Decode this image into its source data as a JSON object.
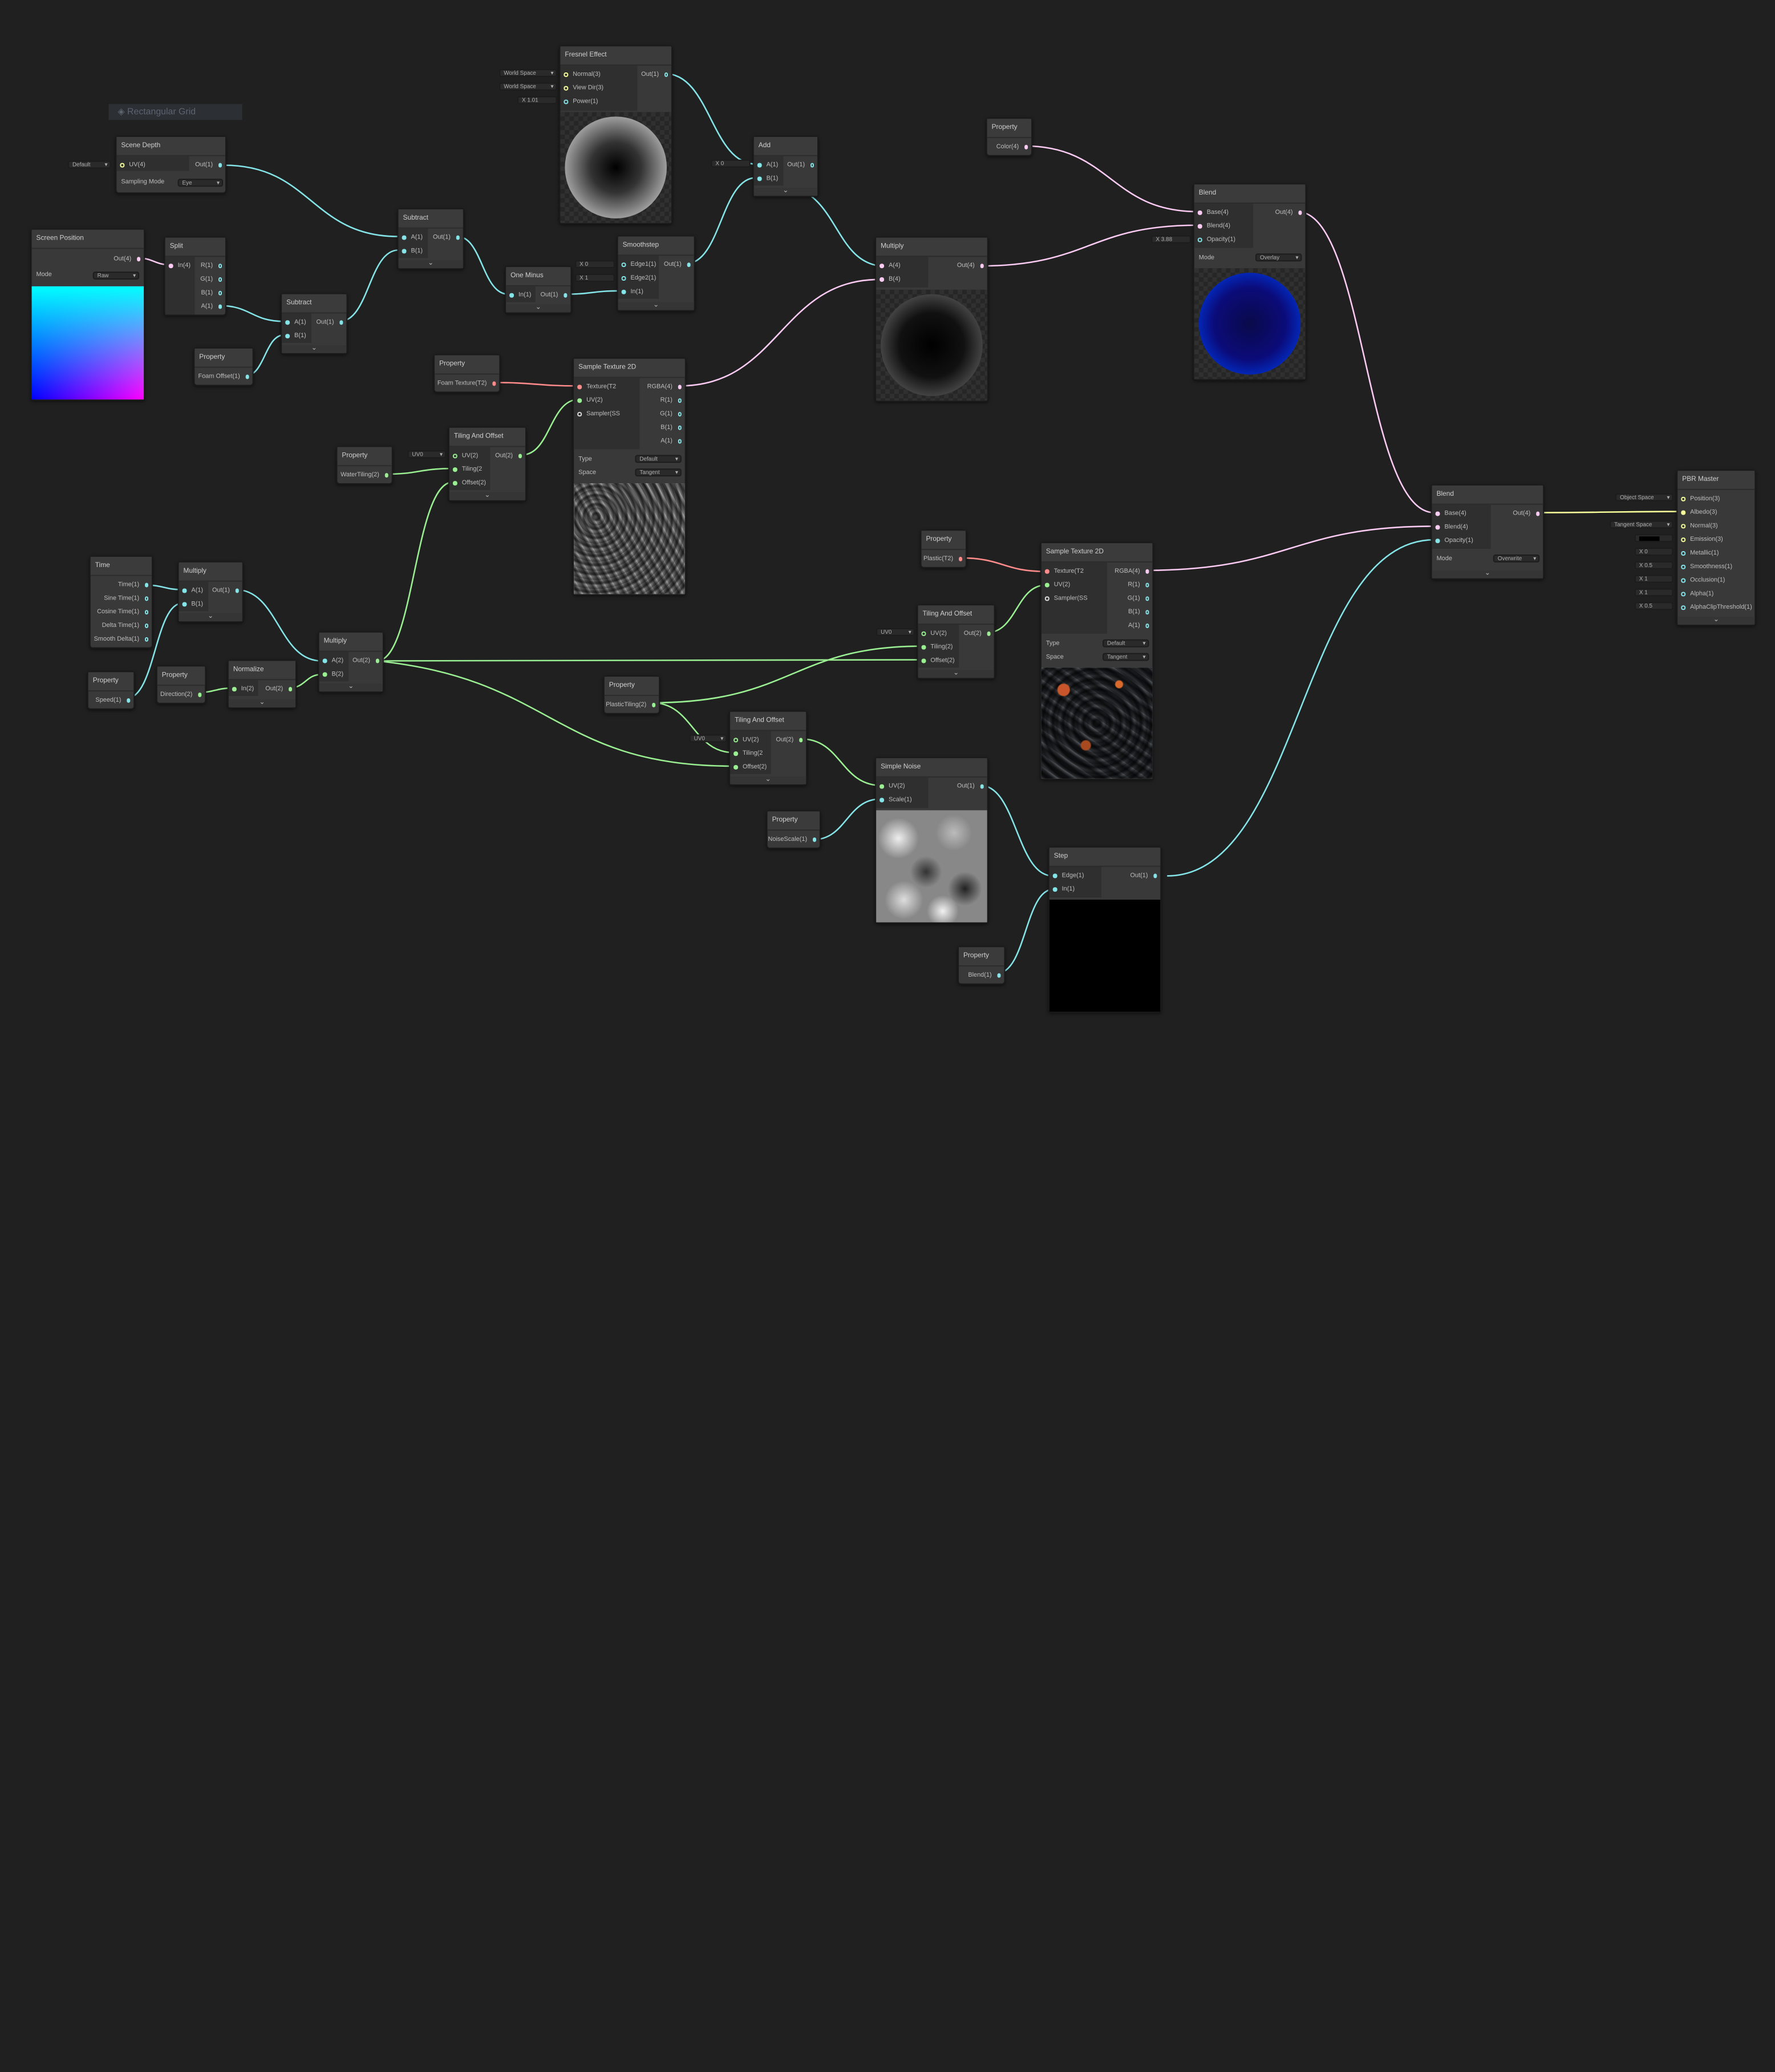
{
  "group_label": "Rectangular Grid",
  "collapse_glyph": "⌄",
  "dropdown_glyph": "▾",
  "nodes": {
    "fresnel": {
      "title": "Fresnel Effect",
      "in": [
        "Normal(3)",
        "View Dir(3)",
        "Power(1)"
      ],
      "out": [
        "Out(1)"
      ],
      "fields": [
        "World Space",
        "World Space",
        "X",
        "1.01"
      ]
    },
    "scene_depth": {
      "title": "Scene Depth",
      "in": [
        "UV(4)"
      ],
      "out": [
        "Out(1)"
      ],
      "fields": [
        "Default"
      ],
      "mode_label": "Sampling Mode",
      "mode_value": "Eye"
    },
    "screen_position": {
      "title": "Screen Position",
      "out": [
        "Out(4)"
      ],
      "mode_label": "Mode",
      "mode_value": "Raw"
    },
    "split": {
      "title": "Split",
      "in": [
        "In(4)"
      ],
      "out": [
        "R(1)",
        "G(1)",
        "B(1)",
        "A(1)"
      ]
    },
    "subtract1": {
      "title": "Subtract",
      "in": [
        "A(1)",
        "B(1)"
      ],
      "out": [
        "Out(1)"
      ]
    },
    "subtract2": {
      "title": "Subtract",
      "in": [
        "A(1)",
        "B(1)"
      ],
      "out": [
        "Out(1)"
      ]
    },
    "prop_foam_offset": {
      "title": "Property",
      "out": [
        "Foam Offset(1)"
      ]
    },
    "one_minus": {
      "title": "One Minus",
      "in": [
        "In(1)"
      ],
      "out": [
        "Out(1)"
      ]
    },
    "smoothstep": {
      "title": "Smoothstep",
      "in": [
        "Edge1(1)",
        "Edge2(1)",
        "In(1)"
      ],
      "out": [
        "Out(1)"
      ],
      "fields": [
        "X",
        "0",
        "X",
        "1"
      ]
    },
    "add": {
      "title": "Add",
      "in": [
        "A(1)",
        "B(1)"
      ],
      "out": [
        "Out(1)"
      ],
      "fields": [
        "X",
        "0"
      ]
    },
    "prop_color": {
      "title": "Property",
      "out": [
        "Color(4)"
      ]
    },
    "multiply_main": {
      "title": "Multiply",
      "in": [
        "A(4)",
        "B(4)"
      ],
      "out": [
        "Out(4)"
      ]
    },
    "blend1": {
      "title": "Blend",
      "in": [
        "Base(4)",
        "Blend(4)",
        "Opacity(1)"
      ],
      "out": [
        "Out(4)"
      ],
      "fields": [
        "X",
        "3.88"
      ],
      "mode_label": "Mode",
      "mode_value": "Overlay"
    },
    "prop_foam_texture": {
      "title": "Property",
      "out": [
        "Foam Texture(T2)"
      ]
    },
    "sample_tex1": {
      "title": "Sample Texture 2D",
      "in": [
        "Texture(T2",
        "UV(2)",
        "Sampler(SS"
      ],
      "out": [
        "RGBA(4)",
        "R(1)",
        "G(1)",
        "B(1)",
        "A(1)"
      ],
      "type_label": "Type",
      "type_value": "Default",
      "space_label": "Space",
      "space_value": "Tangent"
    },
    "prop_water_tiling": {
      "title": "Property",
      "out": [
        "WaterTiling(2)"
      ]
    },
    "tiling1": {
      "title": "Tiling And Offset",
      "in": [
        "UV(2)",
        "Tiling(2",
        "Offset(2)"
      ],
      "out": [
        "Out(2)"
      ],
      "fields": [
        "UV0"
      ]
    },
    "time": {
      "title": "Time",
      "out": [
        "Time(1)",
        "Sine Time(1)",
        "Cosine Time(1)",
        "Delta Time(1)",
        "Smooth Delta(1)"
      ]
    },
    "multiply_time": {
      "title": "Multiply",
      "in": [
        "A(1)",
        "B(1)"
      ],
      "out": [
        "Out(1)"
      ]
    },
    "prop_speed": {
      "title": "Property",
      "out": [
        "Speed(1)"
      ]
    },
    "prop_direction": {
      "title": "Property",
      "out": [
        "Direction(2)"
      ]
    },
    "normalize": {
      "title": "Normalize",
      "in": [
        "In(2)"
      ],
      "out": [
        "Out(2)"
      ]
    },
    "multiply_dir": {
      "title": "Multiply",
      "in": [
        "A(2)",
        "B(2)"
      ],
      "out": [
        "Out(2)"
      ]
    },
    "prop_plastic": {
      "title": "Property",
      "out": [
        "Plastic(T2)"
      ]
    },
    "sample_tex2": {
      "title": "Sample Texture 2D",
      "in": [
        "Texture(T2",
        "UV(2)",
        "Sampler(SS"
      ],
      "out": [
        "RGBA(4)",
        "R(1)",
        "G(1)",
        "B(1)",
        "A(1)"
      ],
      "type_label": "Type",
      "type_value": "Default",
      "space_label": "Space",
      "space_value": "Tangent"
    },
    "tiling2": {
      "title": "Tiling And Offset",
      "in": [
        "UV(2)",
        "Tiling(2)",
        "Offset(2)"
      ],
      "out": [
        "Out(2)"
      ],
      "fields": [
        "UV0"
      ]
    },
    "prop_plastic_tiling": {
      "title": "Property",
      "out": [
        "PlasticTiling(2)"
      ]
    },
    "tiling3": {
      "title": "Tiling And Offset",
      "in": [
        "UV(2)",
        "Tiling(2",
        "Offset(2)"
      ],
      "out": [
        "Out(2)"
      ],
      "fields": [
        "UV0"
      ]
    },
    "simple_noise": {
      "title": "Simple Noise",
      "in": [
        "UV(2)",
        "Scale(1)"
      ],
      "out": [
        "Out(1)"
      ]
    },
    "prop_noise_scale": {
      "title": "Property",
      "out": [
        "NoiseScale(1)"
      ]
    },
    "step": {
      "title": "Step",
      "in": [
        "Edge(1)",
        "In(1)"
      ],
      "out": [
        "Out(1)"
      ]
    },
    "prop_blend": {
      "title": "Property",
      "out": [
        "Blend(1)"
      ]
    },
    "blend2": {
      "title": "Blend",
      "in": [
        "Base(4)",
        "Blend(4)",
        "Opacity(1)"
      ],
      "out": [
        "Out(4)"
      ],
      "mode_label": "Mode",
      "mode_value": "Overwrite"
    },
    "pbr_master": {
      "title": "PBR Master",
      "in": [
        "Position(3)",
        "Albedo(3)",
        "Normal(3)",
        "Emission(3)",
        "Metallic(1)",
        "Smoothness(1)",
        "Occlusion(1)",
        "Alpha(1)",
        "AlphaClipThreshold(1)"
      ],
      "fields": [
        "Object Space",
        "Tangent Space",
        "X",
        "0",
        "X",
        "0.5",
        "X",
        "1",
        "X",
        "1",
        "X",
        "0.5"
      ]
    }
  },
  "colors": {
    "background": "#202020",
    "vector1": "#84e4e7",
    "vector2": "#9aef92",
    "vector3": "#f6ff9a",
    "vector4": "#fbcbf4",
    "texture": "#ff8b8b"
  }
}
